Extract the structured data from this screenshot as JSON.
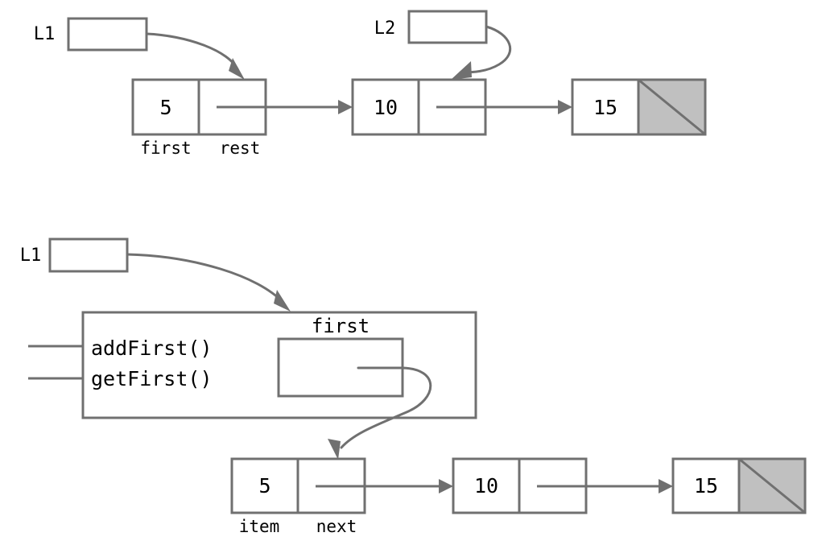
{
  "diagram": {
    "title_visible": false,
    "colors": {
      "stroke": "#707070",
      "null_fill": "#c0c0c0",
      "text": "#000000",
      "background": "#ffffff"
    }
  },
  "top_diagram": {
    "name": "recursive-list-diagram",
    "pointers": [
      {
        "name": "L1",
        "label": "L1"
      },
      {
        "name": "L2",
        "label": "L2"
      }
    ],
    "field_labels": {
      "first": "first",
      "rest": "rest"
    },
    "nodes": [
      {
        "name": "node-5",
        "value": "5"
      },
      {
        "name": "node-10",
        "value": "10"
      },
      {
        "name": "node-15",
        "value": "15",
        "next_is_null": true
      }
    ]
  },
  "bottom_diagram": {
    "name": "linked-list-adt-diagram",
    "pointers": [
      {
        "name": "L1",
        "label": "L1"
      }
    ],
    "adt": {
      "name": "linked-list-object",
      "methods": [
        {
          "name": "addFirst",
          "label": "addFirst()"
        },
        {
          "name": "getFirst",
          "label": "getFirst()"
        }
      ],
      "field_label": "first"
    },
    "field_labels": {
      "item": "item",
      "next": "next"
    },
    "nodes": [
      {
        "name": "node-5",
        "value": "5"
      },
      {
        "name": "node-10",
        "value": "10"
      },
      {
        "name": "node-15",
        "value": "15",
        "next_is_null": true
      }
    ]
  }
}
